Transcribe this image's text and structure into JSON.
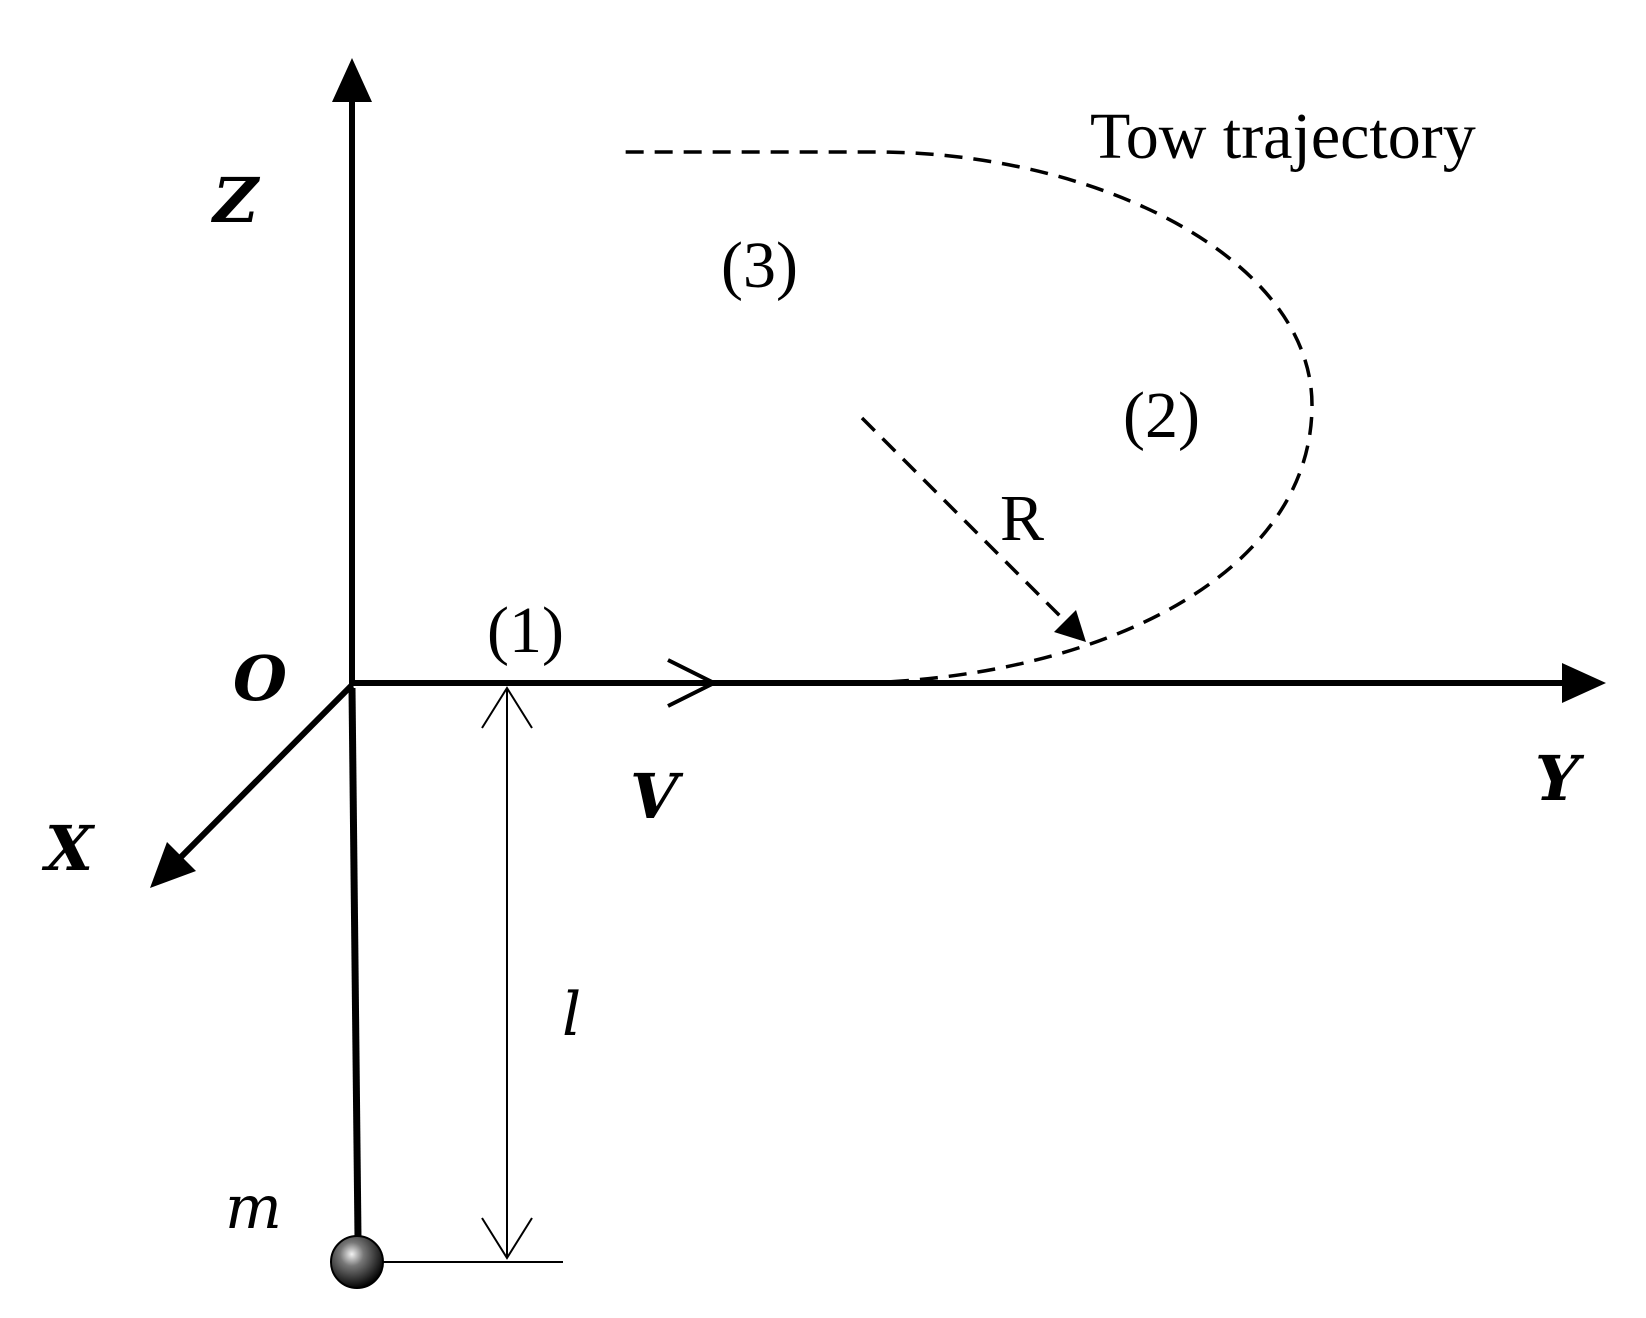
{
  "diagram": {
    "axes": {
      "z_label": "Z",
      "y_label": "Y",
      "x_label": "X",
      "origin_label": "O"
    },
    "velocity_label": "V",
    "radius_label": "R",
    "length_label": "l",
    "mass_label": "m",
    "segment_labels": [
      "(1)",
      "(2)",
      "(3)"
    ],
    "trajectory_label": "Tow trajectory",
    "colors": {
      "stroke": "#000000",
      "background": "#ffffff"
    }
  }
}
